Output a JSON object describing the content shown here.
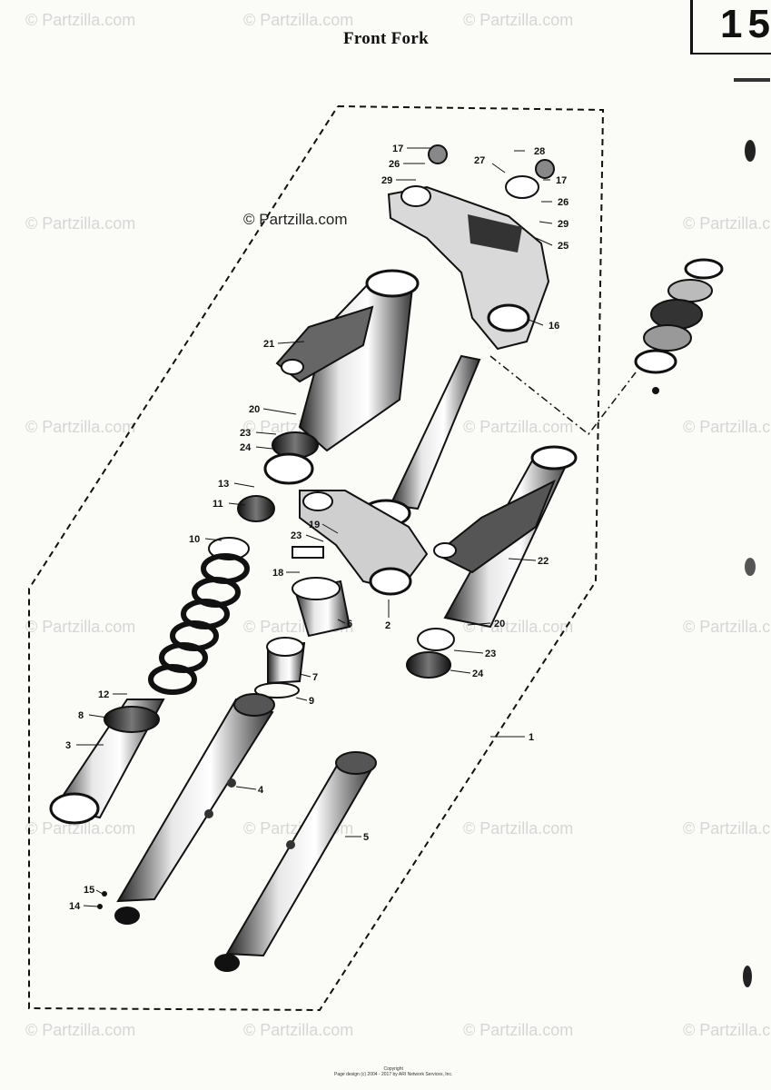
{
  "title": "Front Fork",
  "page_number": "15",
  "center_watermark": "© Partzilla.com",
  "watermark_text": "© Partzilla.com",
  "copyright": [
    "Copyright",
    "Page design (c) 2004 - 2017 by ARI Network Services, Inc."
  ],
  "callouts": [
    {
      "id": "c17a",
      "label": "17"
    },
    {
      "id": "c26a",
      "label": "26"
    },
    {
      "id": "c29a",
      "label": "29"
    },
    {
      "id": "c27",
      "label": "27"
    },
    {
      "id": "c28",
      "label": "28"
    },
    {
      "id": "c17b",
      "label": "17"
    },
    {
      "id": "c26b",
      "label": "26"
    },
    {
      "id": "c29b",
      "label": "29"
    },
    {
      "id": "c25",
      "label": "25"
    },
    {
      "id": "c16",
      "label": "16"
    },
    {
      "id": "c21",
      "label": "21"
    },
    {
      "id": "c20a",
      "label": "20"
    },
    {
      "id": "c23a",
      "label": "23"
    },
    {
      "id": "c24a",
      "label": "24"
    },
    {
      "id": "c13",
      "label": "13"
    },
    {
      "id": "c11",
      "label": "11"
    },
    {
      "id": "c10",
      "label": "10"
    },
    {
      "id": "c19",
      "label": "19"
    },
    {
      "id": "c23b",
      "label": "23"
    },
    {
      "id": "c18",
      "label": "18"
    },
    {
      "id": "c22",
      "label": "22"
    },
    {
      "id": "c6",
      "label": "6"
    },
    {
      "id": "c2",
      "label": "2"
    },
    {
      "id": "c20b",
      "label": "20"
    },
    {
      "id": "c23c",
      "label": "23"
    },
    {
      "id": "c24b",
      "label": "24"
    },
    {
      "id": "c7",
      "label": "7"
    },
    {
      "id": "c9",
      "label": "9"
    },
    {
      "id": "c12",
      "label": "12"
    },
    {
      "id": "c8",
      "label": "8"
    },
    {
      "id": "c1",
      "label": "1"
    },
    {
      "id": "c3",
      "label": "3"
    },
    {
      "id": "c4",
      "label": "4"
    },
    {
      "id": "c5",
      "label": "5"
    },
    {
      "id": "c15",
      "label": "15"
    },
    {
      "id": "c14",
      "label": "14"
    }
  ]
}
